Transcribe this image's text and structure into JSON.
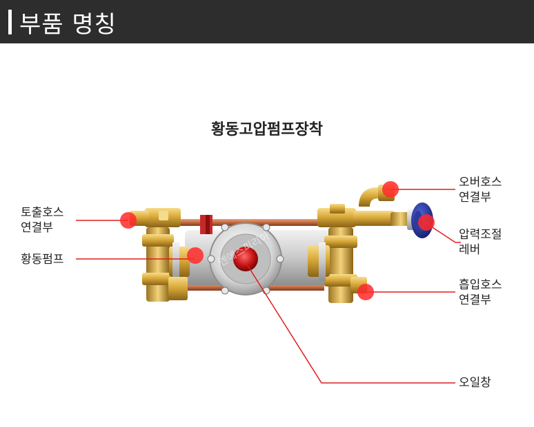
{
  "header": {
    "title": "부품 명칭"
  },
  "subtitle": "황동고압펌프장착",
  "watermark": "엔에스피리아",
  "labels": {
    "overhose_l1": "오버호스",
    "overhose_l2": "연결부",
    "discharge_l1": "토출호스",
    "discharge_l2": "연결부",
    "pressure_l1": "압력조절",
    "pressure_l2": "레버",
    "brasspump": "황동펌프",
    "suction_l1": "흡입호스",
    "suction_l2": "연결부",
    "oilwindow": "오일창"
  },
  "colors": {
    "marker": "#ff2a2a",
    "line": "#e11b1b",
    "header_bg": "#2d2d2d"
  }
}
